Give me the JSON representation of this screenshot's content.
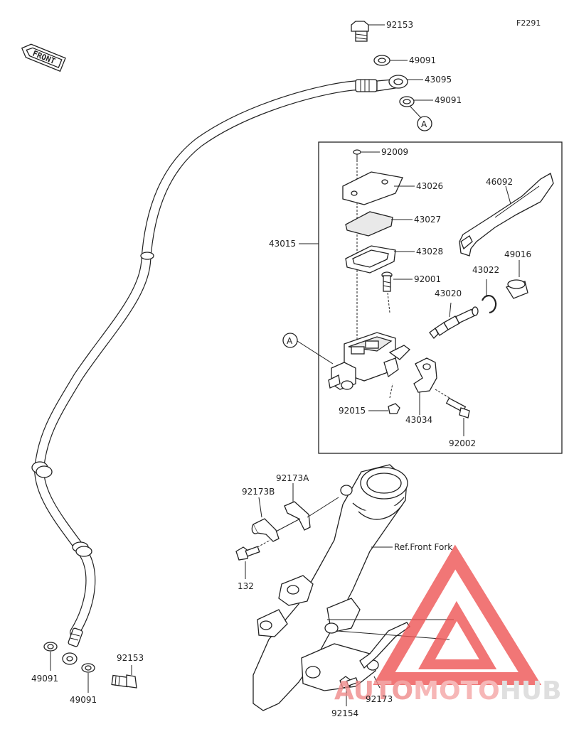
{
  "figure_id": "F2291",
  "direction_tag": "FRONT",
  "callout_a": "A",
  "parts": [
    {
      "id": "p92153_top",
      "number": "92153"
    },
    {
      "id": "p49091_top1",
      "number": "49091"
    },
    {
      "id": "p43095",
      "number": "43095"
    },
    {
      "id": "p49091_top2",
      "number": "49091"
    },
    {
      "id": "p92009",
      "number": "92009"
    },
    {
      "id": "p43026",
      "number": "43026"
    },
    {
      "id": "p43027",
      "number": "43027"
    },
    {
      "id": "p43028",
      "number": "43028"
    },
    {
      "id": "p43015",
      "number": "43015"
    },
    {
      "id": "p46092",
      "number": "46092"
    },
    {
      "id": "p92001",
      "number": "92001"
    },
    {
      "id": "p43022",
      "number": "43022"
    },
    {
      "id": "p49016",
      "number": "49016"
    },
    {
      "id": "p43020",
      "number": "43020"
    },
    {
      "id": "p92015",
      "number": "92015"
    },
    {
      "id": "p43034",
      "number": "43034"
    },
    {
      "id": "p92002",
      "number": "92002"
    },
    {
      "id": "p92173A",
      "number": "92173A"
    },
    {
      "id": "p92173B",
      "number": "92173B"
    },
    {
      "id": "p132",
      "number": "132"
    },
    {
      "id": "p49091_bot1",
      "number": "49091"
    },
    {
      "id": "p92153_bot",
      "number": "92153"
    },
    {
      "id": "p49091_bot2",
      "number": "49091"
    },
    {
      "id": "p92173",
      "number": "92173"
    },
    {
      "id": "p92154",
      "number": "92154"
    }
  ],
  "reference_label": "Ref.Front Fork",
  "watermark": {
    "text_parts": [
      "AUTO",
      "MOTO",
      "HUB"
    ],
    "colors": {
      "auto": "#f08a8a",
      "moto": "#f4a6a6",
      "hub": "#d8d8d8",
      "triangle": "#ee5555"
    }
  }
}
